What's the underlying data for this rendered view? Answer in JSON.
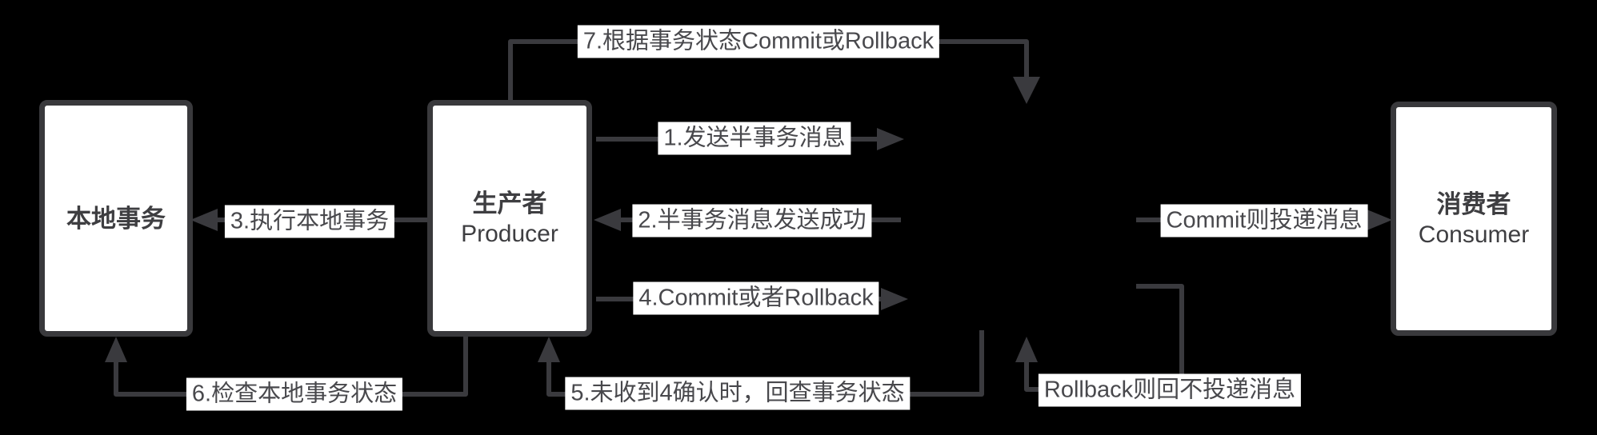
{
  "diagram": {
    "background_color": "#000000",
    "line_color": "#3a3a3e",
    "node_border_color": "#39393c",
    "node_fill_color": "#ffffff",
    "node_text_color": "#3e3e41",
    "label_background_color": "#ffffff",
    "label_text_color": "#48484c"
  },
  "nodes": [
    {
      "id": "local-transaction",
      "title_zh": "本地事务",
      "title_en": ""
    },
    {
      "id": "producer",
      "title_zh": "生产者",
      "title_en": "Producer"
    },
    {
      "id": "consumer",
      "title_zh": "消费者",
      "title_en": "Consumer"
    }
  ],
  "labels": {
    "step7": "7.根据事务状态Commit或Rollback",
    "step1": "1.发送半事务消息",
    "step2": "2.半事务消息发送成功",
    "step3": "3.执行本地事务",
    "step4": "4.Commit或者Rollback",
    "step5": "5.未收到4确认时，回查事务状态",
    "step6": "6.检查本地事务状态",
    "commit": "Commit则投递消息",
    "rollback": "Rollback则回不投递消息"
  }
}
